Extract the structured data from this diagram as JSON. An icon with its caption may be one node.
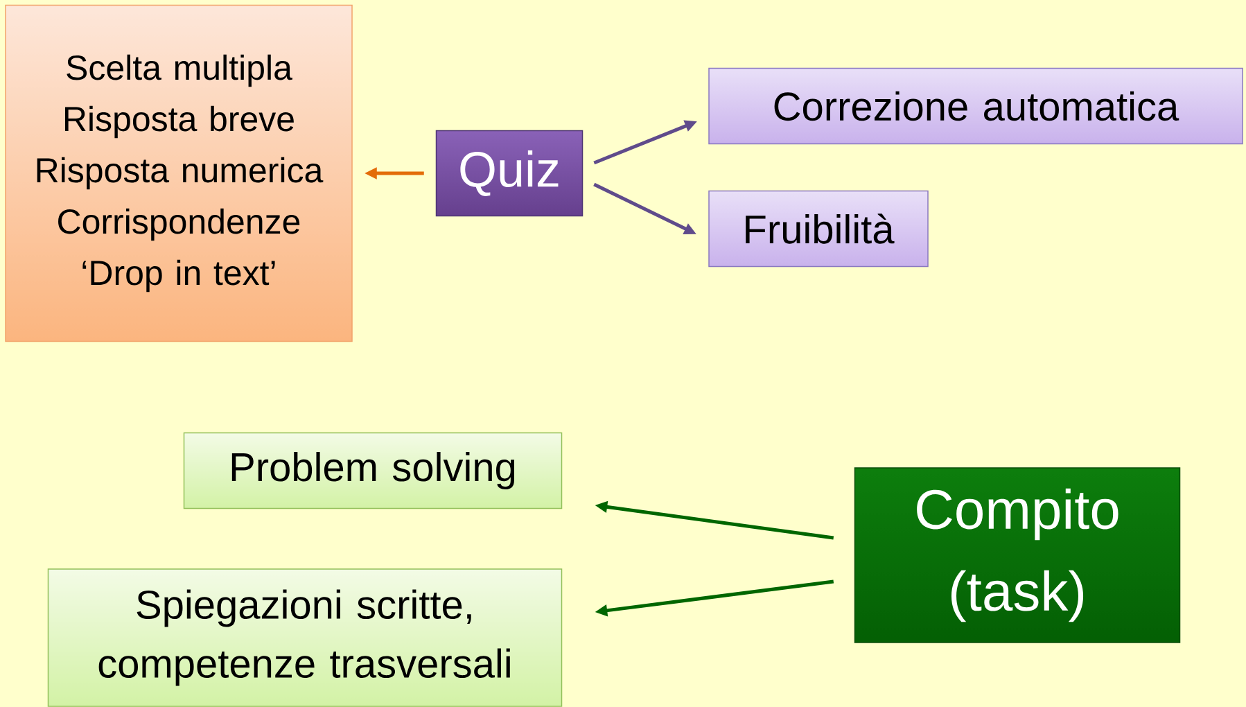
{
  "diagram": {
    "nodes": [
      {
        "text": [
          "Scelta multipla",
          "Risposta breve",
          "Risposta numerica",
          "Corrispondenze",
          "‘Drop in text’"
        ]
      },
      {
        "text": [
          "Quiz"
        ]
      },
      {
        "text": [
          "Correzione automatica"
        ]
      },
      {
        "text": [
          "Fruibilità"
        ]
      },
      {
        "text": [
          "Problem solving"
        ]
      },
      {
        "text": [
          "Spiegazioni scritte, competenze trasversali"
        ]
      },
      {
        "text": [
          "Compito (task)"
        ]
      }
    ],
    "edges": [
      {
        "from": 1,
        "to": 0,
        "arrow": "to",
        "color": "#e36c09"
      },
      {
        "from": 1,
        "to": 2,
        "arrow": "to",
        "color": "#5f4b8b"
      },
      {
        "from": 1,
        "to": 3,
        "arrow": "to",
        "color": "#5f4b8b"
      },
      {
        "from": 6,
        "to": 4,
        "arrow": "to",
        "color": "#006600"
      },
      {
        "from": 6,
        "to": 5,
        "arrow": "to",
        "color": "#006600"
      }
    ]
  }
}
